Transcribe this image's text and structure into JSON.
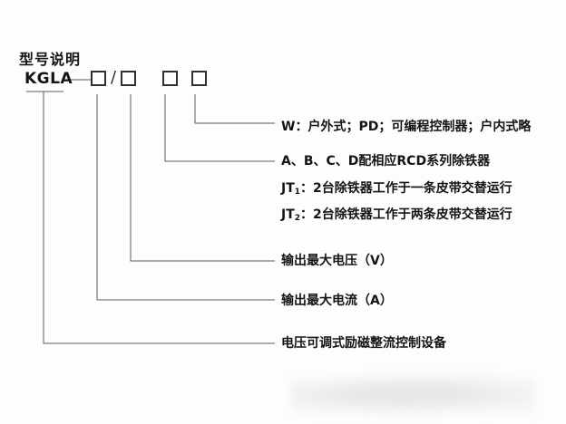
{
  "title": "型号说明",
  "model": {
    "code": "KGLA",
    "separator": "/"
  },
  "legend": {
    "w_line": "W：户外式；PD；可编程控制器；户内式略",
    "abcd_line": "A、B、C、D配相应RCD系列除铁器",
    "jt1": {
      "prefix": "JT",
      "subscript": "1",
      "text": "：2台除铁器工作于一条皮带交替运行"
    },
    "jt2": {
      "prefix": "JT",
      "subscript": "2",
      "text": "：2台除铁器工作于两条皮带交替运行"
    },
    "voltage_line": "输出最大电压（V）",
    "current_line": "输出最大电流（A）",
    "base_line": "电压可调式励磁整流控制设备"
  },
  "colors": {
    "text": "#141414",
    "line": "#5a5a5a",
    "box_border": "#2f2f2f",
    "background": "#fdfdfd"
  }
}
